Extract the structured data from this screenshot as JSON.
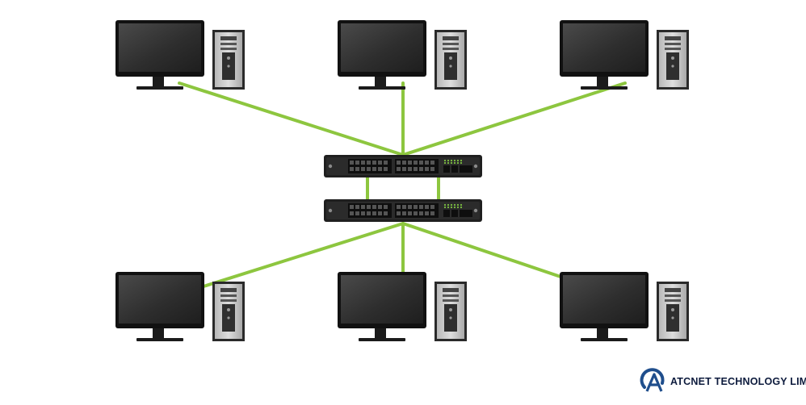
{
  "diagram": {
    "cable_color": "#8dc63f",
    "switch_led_color": "#7ec242",
    "switches": [
      {
        "id": "switch-top"
      },
      {
        "id": "switch-bottom"
      }
    ],
    "computers": [
      {
        "id": "pc-top-left"
      },
      {
        "id": "pc-top-center"
      },
      {
        "id": "pc-top-right"
      },
      {
        "id": "pc-bottom-left"
      },
      {
        "id": "pc-bottom-center"
      },
      {
        "id": "pc-bottom-right"
      }
    ]
  },
  "brand": {
    "name": "ATCNET TECHNOLOGY LIMITED",
    "logo_icon": "atcnet-logo-icon",
    "logo_color": "#1f4e8c",
    "text_color": "#0d1b3d"
  }
}
